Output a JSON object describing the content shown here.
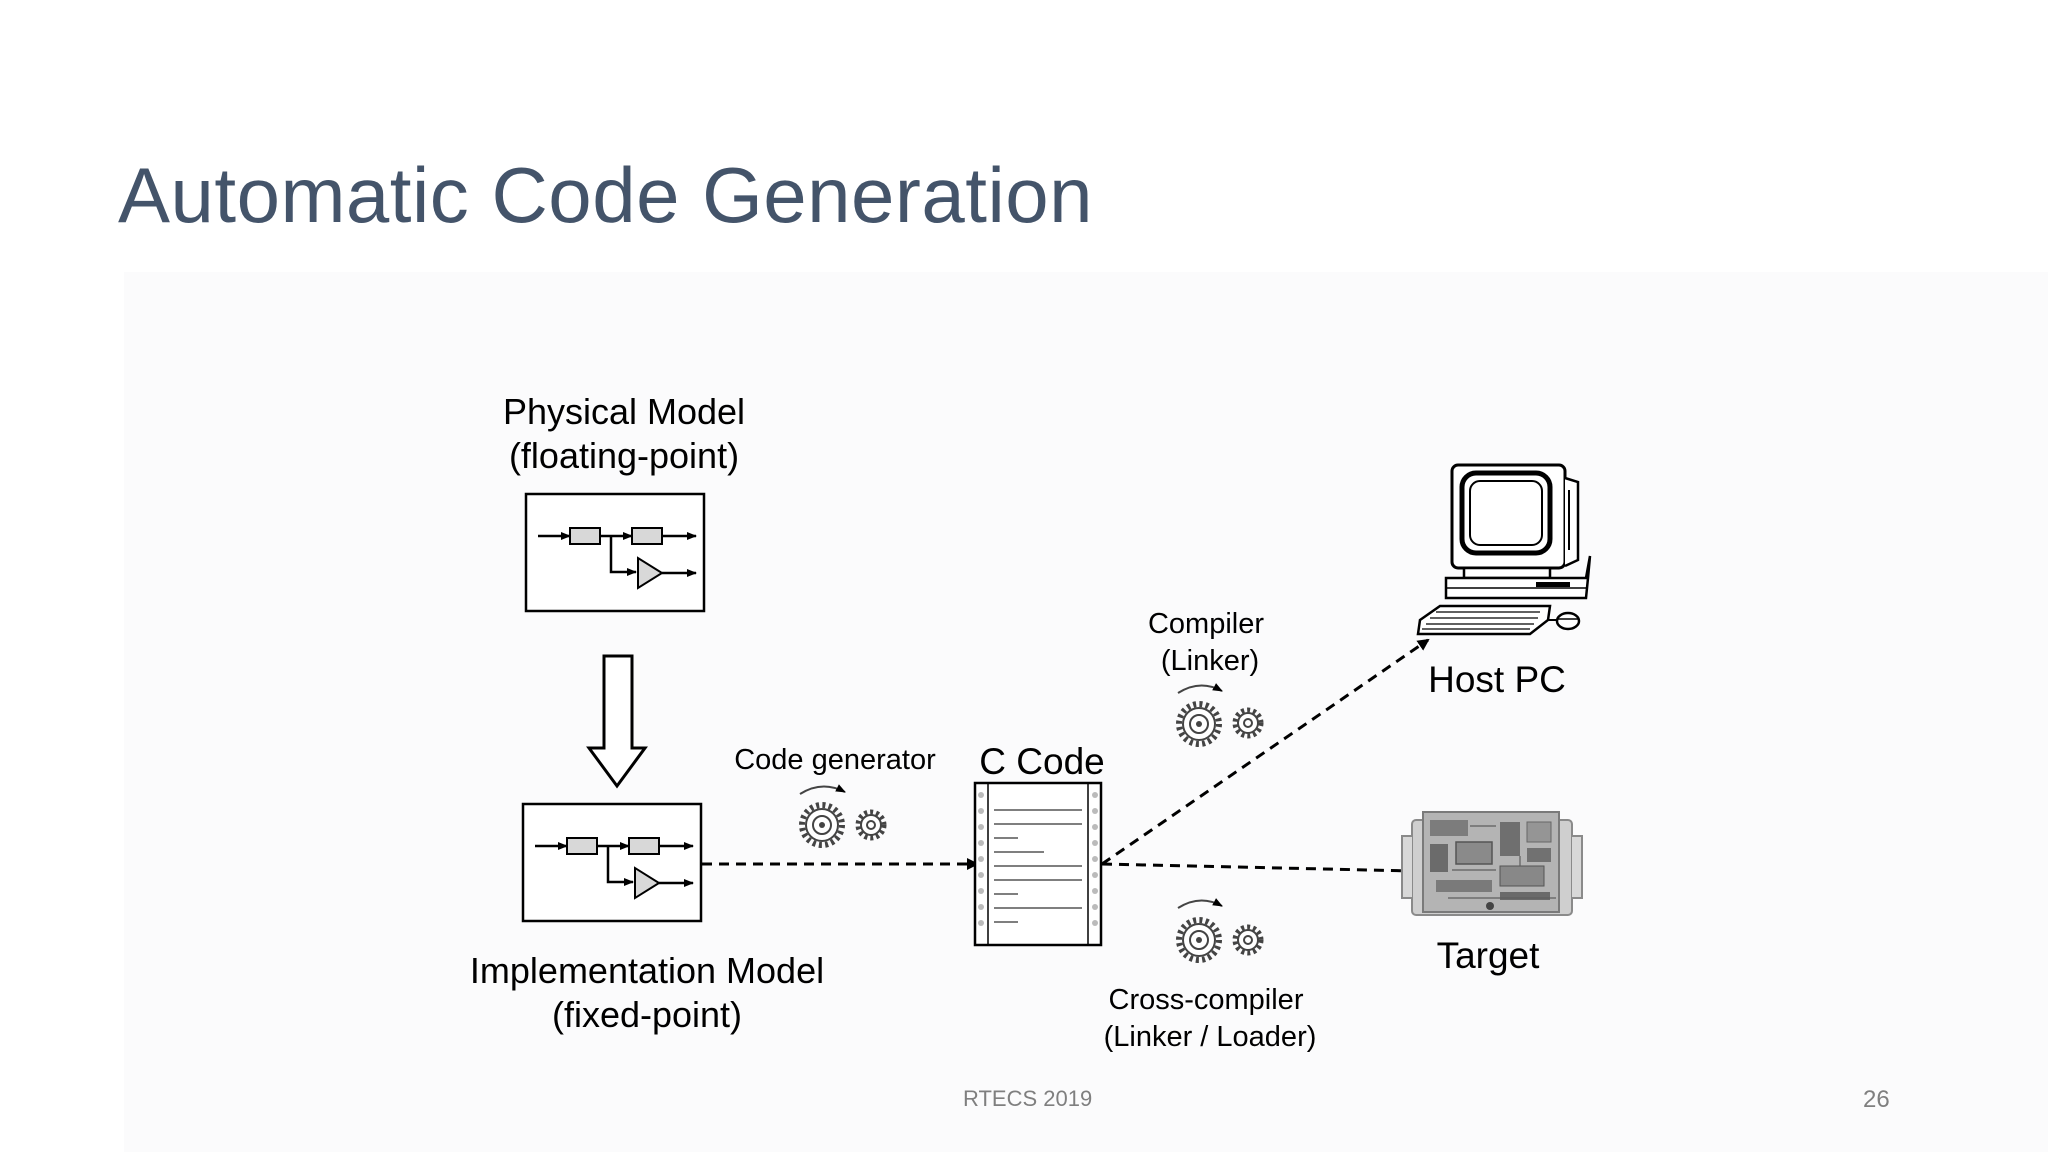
{
  "slide": {
    "title": "Automatic Code Generation",
    "footer_text": "RTECS 2019",
    "page_number": "26"
  },
  "diagram": {
    "physical_model": {
      "line1": "Physical Model",
      "line2": "(floating-point)"
    },
    "implementation_model": {
      "line1": "Implementation Model",
      "line2": "(fixed-point)"
    },
    "code_generator": "Code generator",
    "c_code": "C Code",
    "compiler": {
      "line1": "Compiler",
      "line2": "(Linker)"
    },
    "cross_compiler": {
      "line1": "Cross-compiler",
      "line2": "(Linker / Loader)"
    },
    "host_pc": "Host PC",
    "target": "Target"
  },
  "icons": [
    "computer-icon",
    "circuit-board-icon",
    "gears-icon",
    "document-icon"
  ],
  "colors": {
    "title": "#44546a",
    "footer": "#7f7f7f",
    "diagram_stroke": "#000000"
  }
}
